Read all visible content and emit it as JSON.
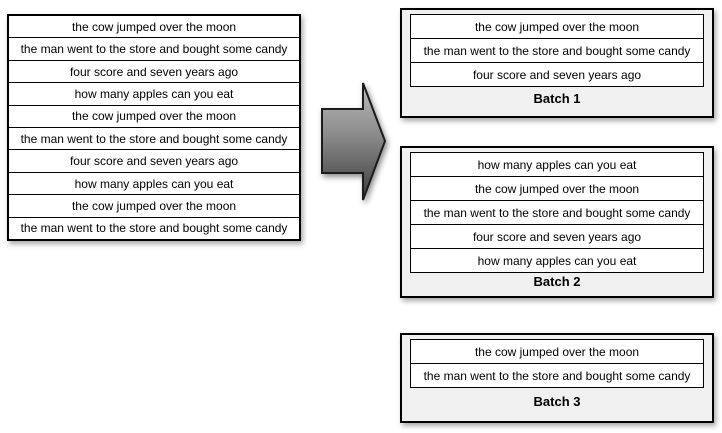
{
  "source_list": {
    "rows": [
      "the cow jumped over the moon",
      "the man went to the store and bought some candy",
      "four score and seven years ago",
      "how many apples can you eat",
      "the cow jumped over the moon",
      "the man went to the store and bought some candy",
      "four score and seven years ago",
      "how many apples can you eat",
      "the cow jumped over the moon",
      "the man went to the store and bought some candy"
    ]
  },
  "arrow": {
    "direction": "right",
    "gradient_top": "#bcbcbc",
    "gradient_mid": "#8a8a8a",
    "gradient_bottom": "#3c3c3c",
    "stroke": "#1c1c1c"
  },
  "batches": [
    {
      "label": "Batch 1",
      "rows": [
        "the cow jumped over the moon",
        "the man went to the store and bought some candy",
        "four score and seven years ago"
      ]
    },
    {
      "label": "Batch 2",
      "rows": [
        "how many apples can you eat",
        "the cow jumped over the moon",
        "the man went to the store and bought some candy",
        "four score and seven years ago",
        "how many apples can you eat"
      ]
    },
    {
      "label": "Batch 3",
      "rows": [
        "the cow jumped over the moon",
        "the man went to the store and bought some candy"
      ]
    }
  ],
  "colors": {
    "line": "#000000",
    "row_bg": "#ffffff",
    "batch_bg": "#f0f0f0"
  }
}
